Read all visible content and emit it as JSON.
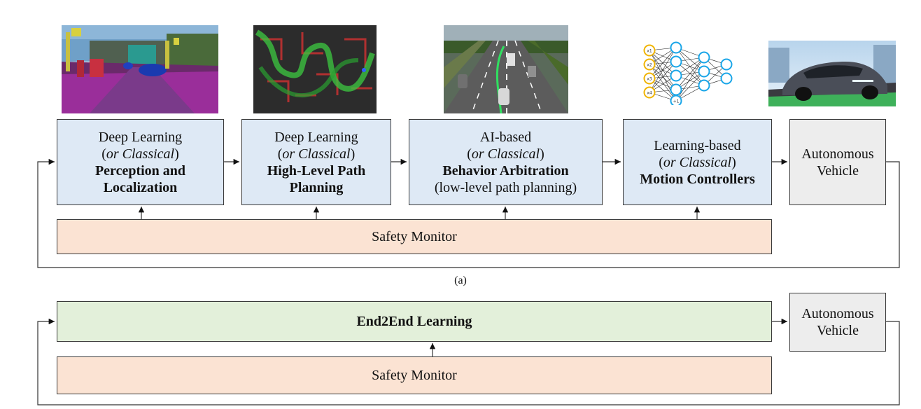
{
  "diagram_a": {
    "caption": "(a)",
    "blocks": [
      {
        "line1": "Deep Learning",
        "line2_open": "(",
        "line2_italic": "or Classical",
        "line2_close": ")",
        "bold1": "Perception and",
        "bold2": "Localization"
      },
      {
        "line1": "Deep Learning",
        "line2_open": "(",
        "line2_italic": "or Classical",
        "line2_close": ")",
        "bold1": "High-Level Path",
        "bold2": "Planning"
      },
      {
        "line1": "AI-based",
        "line2_open": "(",
        "line2_italic": "or Classical",
        "line2_close": ")",
        "bold1": "Behavior Arbitration",
        "plain2": "(low-level path planning)"
      },
      {
        "line1": "Learning-based",
        "line2_open": "(",
        "line2_italic": "or Classical",
        "line2_close": ")",
        "bold1": "Motion Controllers"
      }
    ],
    "vehicle": {
      "line1": "Autonomous",
      "line2": "Vehicle"
    },
    "safety_monitor": "Safety Monitor"
  },
  "diagram_b": {
    "end2end": "End2End Learning",
    "vehicle": {
      "line1": "Autonomous",
      "line2": "Vehicle"
    },
    "safety_monitor": "Safety Monitor"
  },
  "thumbnails": [
    {
      "icon": "semantic-segmentation-street-image"
    },
    {
      "icon": "path-planning-map-image"
    },
    {
      "icon": "highway-traffic-image"
    },
    {
      "icon": "neural-network-icon",
      "node_labels": [
        "x1",
        "x2",
        "x3",
        "x4",
        "+1",
        "+1"
      ]
    },
    {
      "icon": "autonomous-car-image"
    }
  ],
  "colors": {
    "module_fill": "#dee9f5",
    "vehicle_fill": "#ededed",
    "safety_fill": "#fbe3d3",
    "end2end_fill": "#e3f0da",
    "nn_node": "#1aa6e8",
    "nn_input": "#f0b400"
  }
}
